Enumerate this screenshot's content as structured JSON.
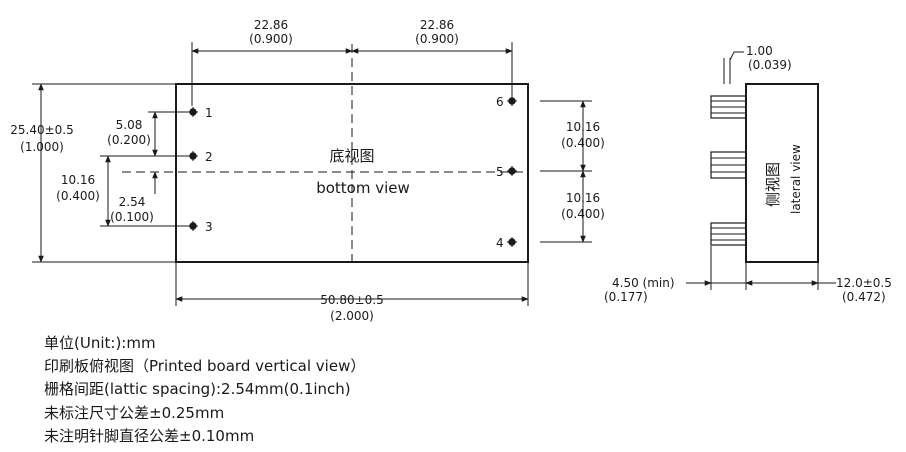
{
  "bottom_view": {
    "title_cn": "底视图",
    "title_en": "bottom view",
    "dims": {
      "top_left": [
        "22.86",
        "(0.900)"
      ],
      "top_right": [
        "22.86",
        "(0.900)"
      ],
      "height": [
        "25.40±0.5",
        "(1.000)"
      ],
      "pin_1_2": [
        "5.08",
        "(0.200)"
      ],
      "pin_1_3": [
        "10.16",
        "(0.400)"
      ],
      "pin_2_center": [
        "2.54",
        "(0.100)"
      ],
      "pin_6_5": [
        "10.16",
        "(0.400)"
      ],
      "pin_5_4": [
        "10.16",
        "(0.400)"
      ],
      "width": [
        "50.80±0.5",
        "(2.000)"
      ]
    },
    "pins": [
      "1",
      "2",
      "3",
      "4",
      "5",
      "6"
    ]
  },
  "side_view": {
    "title_cn": "侧视图",
    "title_en": "lateral view",
    "dims": {
      "pin_width": [
        "1.00",
        "(0.039)"
      ],
      "pin_length": [
        "4.50 (min)",
        "(0.177)"
      ],
      "thickness": [
        "12.0±0.5",
        "(0.472)"
      ]
    }
  },
  "notes": [
    "单位(Unit:):mm",
    "印刷板俯视图（Printed board vertical view）",
    "栅格间距(lattic spacing):2.54mm(0.1inch)",
    "未标注尺寸公差±0.25mm",
    "未注明针脚直径公差±0.10mm"
  ]
}
